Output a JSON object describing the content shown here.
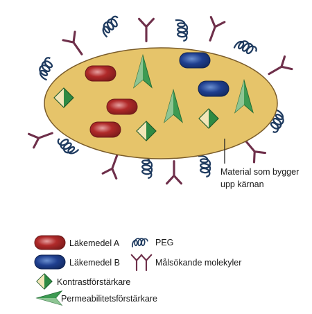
{
  "diagram": {
    "colors": {
      "core_fill": "#e6c46a",
      "core_stroke": "#7a5c2a",
      "drug_a": "#b02a2a",
      "drug_b": "#1f3f8f",
      "contrast_green": "#2f8a43",
      "contrast_cream": "#f3e6b8",
      "permeability_green": "#3d9a52",
      "peg_blue": "#1e3a5f",
      "ligand_purple": "#6e2f4a"
    },
    "core_label_line1": "Material som bygger",
    "core_label_line2": "upp kärnan"
  },
  "legend": {
    "drug_a": "Läkemedel A",
    "drug_b": "Läkemedel B",
    "contrast": "Kontrastförstärkare",
    "permeability": "Permeabilitetsförstärkare",
    "peg": "PEG",
    "targeting": "Målsökande molekyler"
  }
}
